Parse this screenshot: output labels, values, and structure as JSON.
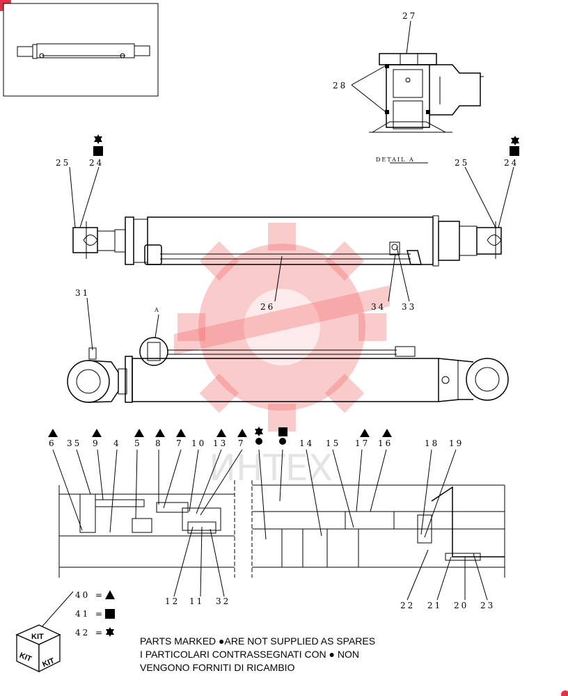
{
  "detail_label": "DETAIL  A",
  "detail_marker": "A",
  "callouts": {
    "c27": "27",
    "c28": "28",
    "c25_left": "25",
    "c24_left": "24",
    "c25_right": "25",
    "c24_right": "24",
    "c26": "26",
    "c34": "34",
    "c33": "33",
    "c31": "31",
    "c6": "6",
    "c35": "35",
    "c9": "9",
    "c4": "4",
    "c5": "5",
    "c8": "8",
    "c7a": "7",
    "c10": "10",
    "c13": "13",
    "c7b": "7",
    "c14": "14",
    "c15": "15",
    "c17": "17",
    "c16": "16",
    "c18": "18",
    "c19": "19",
    "c12": "12",
    "c11": "11",
    "c32": "32",
    "c22": "22",
    "c21": "21",
    "c20": "20",
    "c23": "23"
  },
  "kit_legend": [
    {
      "num": "40",
      "eq": "=",
      "symbol": "triangle"
    },
    {
      "num": "41",
      "eq": "=",
      "symbol": "square"
    },
    {
      "num": "42",
      "eq": "=",
      "symbol": "star"
    }
  ],
  "kit_box_label": "KIT",
  "notes": [
    "PARTS MARKED ●ARE NOT SUPPLIED AS SPARES",
    "I  PARTICOLARI  CONTRASSEGNATI  CON ● NON",
    "VENGONO FORNITI DI RICAMBIO"
  ],
  "watermark_text": "ИНТЕХ",
  "colors": {
    "watermark": "#f26b6b",
    "line": "#000000",
    "badge": "#e0334a"
  }
}
